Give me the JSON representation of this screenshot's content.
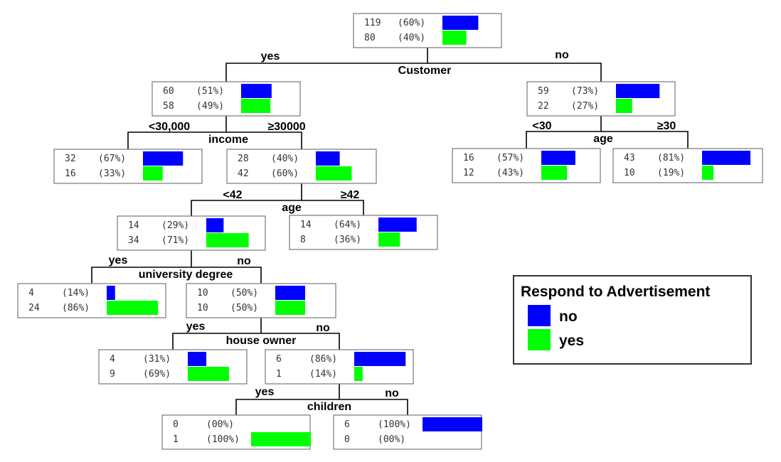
{
  "colors": {
    "no": "#0000ff",
    "yes": "#00ff00"
  },
  "legend": {
    "title": "Respond to Advertisement",
    "items": [
      {
        "label": "no",
        "color": "#0000ff"
      },
      {
        "label": "yes",
        "color": "#00ff00"
      }
    ]
  },
  "nodes": [
    {
      "id": "root",
      "no": {
        "count": "119",
        "pct": "(60%)",
        "frac": 0.6
      },
      "yes": {
        "count": "80",
        "pct": "(40%)",
        "frac": 0.4
      }
    },
    {
      "id": "customer-yes",
      "no": {
        "count": "60",
        "pct": "(51%)",
        "frac": 0.51
      },
      "yes": {
        "count": "58",
        "pct": "(49%)",
        "frac": 0.49
      }
    },
    {
      "id": "customer-no",
      "no": {
        "count": "59",
        "pct": "(73%)",
        "frac": 0.73
      },
      "yes": {
        "count": "22",
        "pct": "(27%)",
        "frac": 0.27
      }
    },
    {
      "id": "income-lt",
      "no": {
        "count": "32",
        "pct": "(67%)",
        "frac": 0.67
      },
      "yes": {
        "count": "16",
        "pct": "(33%)",
        "frac": 0.33
      }
    },
    {
      "id": "income-ge",
      "no": {
        "count": "28",
        "pct": "(40%)",
        "frac": 0.4
      },
      "yes": {
        "count": "42",
        "pct": "(60%)",
        "frac": 0.6
      }
    },
    {
      "id": "age-right-lt",
      "no": {
        "count": "16",
        "pct": "(57%)",
        "frac": 0.57
      },
      "yes": {
        "count": "12",
        "pct": "(43%)",
        "frac": 0.43
      }
    },
    {
      "id": "age-right-ge",
      "no": {
        "count": "43",
        "pct": "(81%)",
        "frac": 0.81
      },
      "yes": {
        "count": "10",
        "pct": "(19%)",
        "frac": 0.19
      }
    },
    {
      "id": "age-lt",
      "no": {
        "count": "14",
        "pct": "(29%)",
        "frac": 0.29
      },
      "yes": {
        "count": "34",
        "pct": "(71%)",
        "frac": 0.71
      }
    },
    {
      "id": "age-ge",
      "no": {
        "count": "14",
        "pct": "(64%)",
        "frac": 0.64
      },
      "yes": {
        "count": "8",
        "pct": "(36%)",
        "frac": 0.36
      }
    },
    {
      "id": "degree-yes",
      "no": {
        "count": "4",
        "pct": "(14%)",
        "frac": 0.14
      },
      "yes": {
        "count": "24",
        "pct": "(86%)",
        "frac": 0.86
      }
    },
    {
      "id": "degree-no",
      "no": {
        "count": "10",
        "pct": "(50%)",
        "frac": 0.5
      },
      "yes": {
        "count": "10",
        "pct": "(50%)",
        "frac": 0.5
      }
    },
    {
      "id": "owner-yes",
      "no": {
        "count": "4",
        "pct": "(31%)",
        "frac": 0.31
      },
      "yes": {
        "count": "9",
        "pct": "(69%)",
        "frac": 0.69
      }
    },
    {
      "id": "owner-no",
      "no": {
        "count": "6",
        "pct": "(86%)",
        "frac": 0.86
      },
      "yes": {
        "count": "1",
        "pct": "(14%)",
        "frac": 0.14
      }
    },
    {
      "id": "children-yes",
      "no": {
        "count": "0",
        "pct": "(00%)",
        "frac": 0.0
      },
      "yes": {
        "count": "1",
        "pct": "(100%)",
        "frac": 1.0
      }
    },
    {
      "id": "children-no",
      "no": {
        "count": "6",
        "pct": "(100%)",
        "frac": 1.0
      },
      "yes": {
        "count": "0",
        "pct": "(00%)",
        "frac": 0.0
      }
    }
  ],
  "splits": [
    {
      "id": "customer",
      "variable": "Customer",
      "left": "yes",
      "right": "no"
    },
    {
      "id": "income",
      "variable": "income",
      "left": "<30,000",
      "right": "≥30000"
    },
    {
      "id": "age-right",
      "variable": "age",
      "left": "<30",
      "right": "≥30"
    },
    {
      "id": "age",
      "variable": "age",
      "left": "<42",
      "right": "≥42"
    },
    {
      "id": "degree",
      "variable": "university degree",
      "left": "yes",
      "right": "no"
    },
    {
      "id": "owner",
      "variable": "house owner",
      "left": "yes",
      "right": "no"
    },
    {
      "id": "children",
      "variable": "children",
      "left": "yes",
      "right": "no"
    }
  ]
}
